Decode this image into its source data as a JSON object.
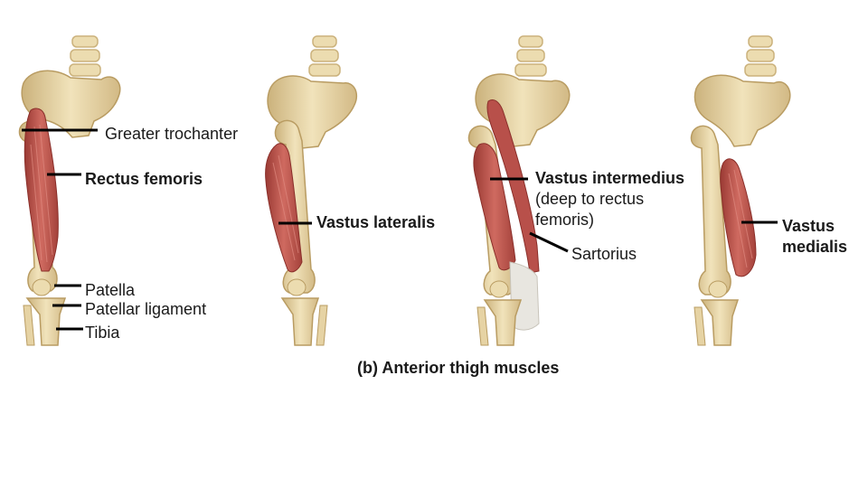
{
  "labels": {
    "greater_trochanter": "Greater trochanter",
    "rectus_femoris": "Rectus femoris",
    "vastus_lateralis": "Vastus lateralis",
    "vastus_intermedius": "Vastus intermedius",
    "vastus_intermedius_note_1": "(deep to rectus",
    "vastus_intermedius_note_2": "femoris)",
    "sartorius": "Sartorius",
    "vastus_medialis_1": "Vastus",
    "vastus_medialis_2": "medialis",
    "patella": "Patella",
    "patellar_ligament": "Patellar ligament",
    "tibia": "Tibia"
  },
  "caption": "(b) Anterior thigh muscles",
  "colors": {
    "bone": "#ecdcb0",
    "bone_shade": "#cbb27c",
    "muscle": "#c0574f",
    "muscle_dark": "#9a3a34",
    "tendon": "#e8e6e0",
    "leader_line": "#000000"
  }
}
